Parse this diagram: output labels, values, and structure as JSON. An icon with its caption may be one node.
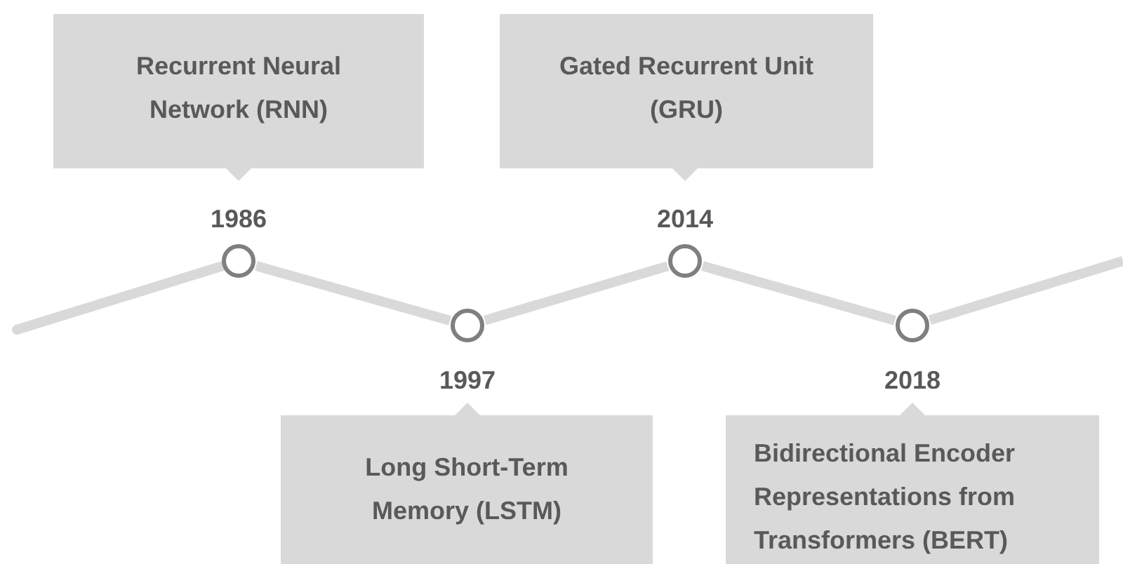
{
  "diagram": {
    "nodes": [
      {
        "text": [
          "Recurrent Neural Network (RNN)"
        ]
      },
      {
        "text": [
          "Gated Recurrent Unit (GRU)"
        ]
      },
      {
        "text": [],
        "shape": "circle",
        "beside": [
          "1986"
        ]
      },
      {
        "text": [],
        "shape": "circle",
        "beside": [
          "1997"
        ]
      },
      {
        "text": [],
        "shape": "circle",
        "beside": [
          "2014"
        ]
      },
      {
        "text": [],
        "shape": "circle",
        "beside": [
          "2018"
        ]
      },
      {
        "text": [
          "Long Short-Term Memory (LSTM)"
        ]
      },
      {
        "text": [
          "Bidirectional Encoder Representations from Transformers (BERT)"
        ]
      }
    ],
    "edges": [
      {
        "from": null,
        "to": 2,
        "arrow": "none"
      },
      {
        "from": 2,
        "to": 3,
        "arrow": "none"
      },
      {
        "from": 3,
        "to": 4,
        "arrow": "none"
      },
      {
        "from": 4,
        "to": 5,
        "arrow": "none"
      },
      {
        "from": 5,
        "to": null,
        "arrow": "none"
      }
    ]
  }
}
